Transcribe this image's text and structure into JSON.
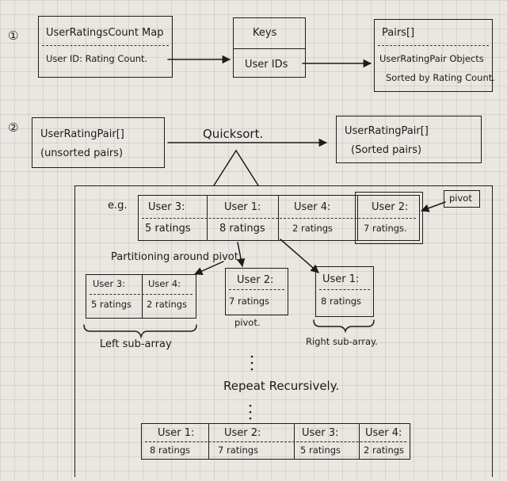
{
  "step1": {
    "marker": "①",
    "map_box": {
      "title": "UserRatingsCount Map",
      "content": "User ID: Rating Count."
    },
    "keys_box": {
      "title": "Keys",
      "content": "User IDs"
    },
    "pairs_box": {
      "title": "Pairs[]",
      "line1": "UserRatingPair Objects",
      "line2": "Sorted by Rating Count."
    }
  },
  "step2": {
    "marker": "②",
    "unsorted_box": {
      "line1": "UserRatingPair[]",
      "line2": "(unsorted pairs)"
    },
    "arrow_label": "Quicksort.",
    "sorted_box": {
      "line1": "UserRatingPair[]",
      "line2": "(Sorted pairs)"
    }
  },
  "example": {
    "eg_label": "e.g.",
    "initial_array": [
      {
        "user": "User 3:",
        "ratings": "5 ratings"
      },
      {
        "user": "User 1:",
        "ratings": "8 ratings"
      },
      {
        "user": "User 4:",
        "ratings": "2 ratings"
      },
      {
        "user": "User 2:",
        "ratings": "7 ratings."
      }
    ],
    "pivot_tag": "pivot",
    "partition_label": "Partitioning around pivot.",
    "left_subarray": [
      {
        "user": "User 3:",
        "ratings": "5 ratings"
      },
      {
        "user": "User 4:",
        "ratings": "2 ratings"
      }
    ],
    "left_label": "Left sub-array",
    "pivot_cell": {
      "user": "User 2:",
      "ratings": "7 ratings"
    },
    "pivot_label": "pivot.",
    "right_subarray": [
      {
        "user": "User 1:",
        "ratings": "8 ratings"
      }
    ],
    "right_label": "Right sub-array.",
    "repeat_label": "Repeat Recursively.",
    "final_array": [
      {
        "user": "User 1:",
        "ratings": "8 ratings"
      },
      {
        "user": "User 2:",
        "ratings": "7 ratings"
      },
      {
        "user": "User 3:",
        "ratings": "5 ratings"
      },
      {
        "user": "User 4:",
        "ratings": "2 ratings"
      }
    ]
  }
}
